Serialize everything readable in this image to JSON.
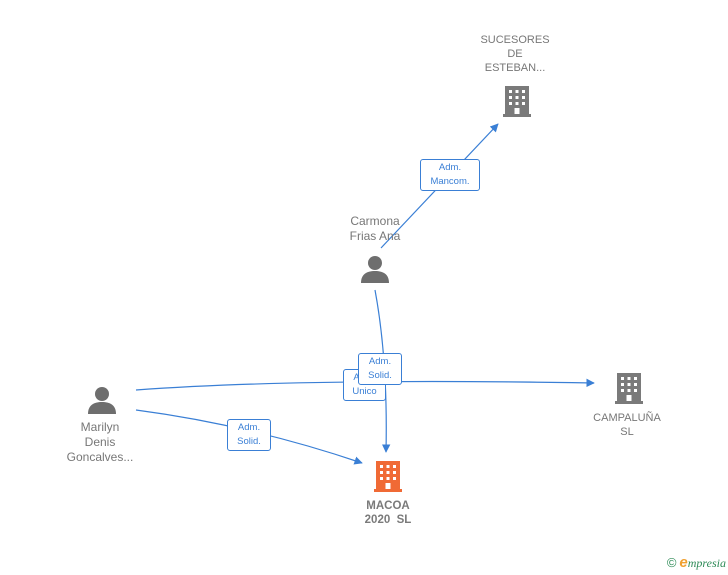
{
  "nodes": {
    "sucesores": {
      "lines": [
        "SUCESORES",
        "DE",
        "ESTEBAN..."
      ],
      "type": "company"
    },
    "carmona": {
      "lines": [
        "Carmona",
        "Frias Ana"
      ],
      "type": "person"
    },
    "marilyn": {
      "lines": [
        "Marilyn",
        "Denis",
        "Goncalves..."
      ],
      "type": "person"
    },
    "campaluna": {
      "lines": [
        "CAMPALUÑA",
        "SL"
      ],
      "type": "company"
    },
    "macoa": {
      "lines": [
        "MACOA",
        "2020  SL"
      ],
      "type": "company-main"
    }
  },
  "edges": {
    "carmona_sucesores": {
      "lines": [
        "Adm.",
        "Mancom."
      ]
    },
    "carmona_macoa": {
      "lines": [
        "Adm.",
        "Solid."
      ]
    },
    "marilyn_campaluna": {
      "lines": [
        "Adm.",
        "Unico"
      ]
    },
    "marilyn_macoa": {
      "lines": [
        "Adm.",
        "Solid."
      ]
    }
  },
  "colors": {
    "edge": "#3a7fd5",
    "company_icon": "#7a7a7a",
    "main_company_icon": "#f06a35",
    "person_icon": "#6e6e6e"
  },
  "footer": {
    "copyright": "©",
    "brand_first": "e",
    "brand_rest": "mpresia"
  }
}
